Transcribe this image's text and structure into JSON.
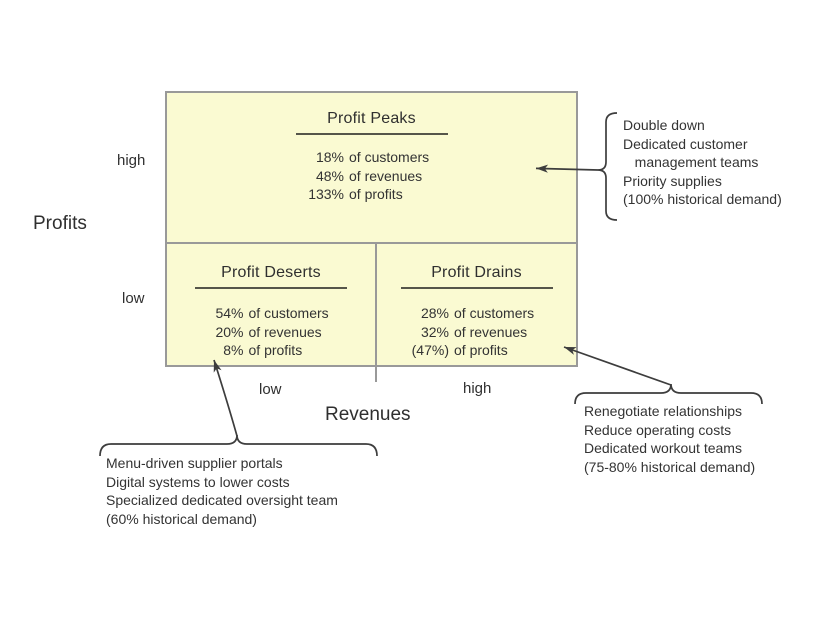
{
  "colors": {
    "background": "#FFFFFF",
    "cell_fill": "#FAFAD2",
    "cell_border": "#999999",
    "text": "#333333",
    "line": "#3D3D3D"
  },
  "axes": {
    "y": {
      "label": "Profits",
      "high": "high",
      "low": "low"
    },
    "x": {
      "label": "Revenues",
      "low": "low",
      "high": "high"
    }
  },
  "cells": {
    "peaks": {
      "title": "Profit Peaks",
      "stats": [
        {
          "value": "18%",
          "label": "of customers"
        },
        {
          "value": "48%",
          "label": "of revenues"
        },
        {
          "value": "133%",
          "label": "of profits"
        }
      ]
    },
    "deserts": {
      "title": "Profit Deserts",
      "stats": [
        {
          "value": "54%",
          "label": "of customers"
        },
        {
          "value": "20%",
          "label": "of revenues"
        },
        {
          "value": "8%",
          "label": "of profits"
        }
      ]
    },
    "drains": {
      "title": "Profit Drains",
      "stats": [
        {
          "value": "28%",
          "label": "of customers"
        },
        {
          "value": "32%",
          "label": "of revenues"
        },
        {
          "value": "(47%)",
          "label": "of profits"
        }
      ]
    }
  },
  "annotations": {
    "peaks": {
      "lines": {
        "0": "Double down",
        "1": "Dedicated customer",
        "2": "   management teams",
        "3": "Priority supplies",
        "4": "(100% historical demand)"
      }
    },
    "drains": {
      "lines": {
        "0": "Renegotiate relationships",
        "1": "Reduce operating costs",
        "2": "Dedicated workout teams",
        "3": "(75-80% historical demand)"
      }
    },
    "deserts": {
      "lines": {
        "0": "Menu-driven supplier portals",
        "1": "Digital systems to lower costs",
        "2": "Specialized dedicated oversight team",
        "3": "(60% historical demand)"
      }
    }
  }
}
